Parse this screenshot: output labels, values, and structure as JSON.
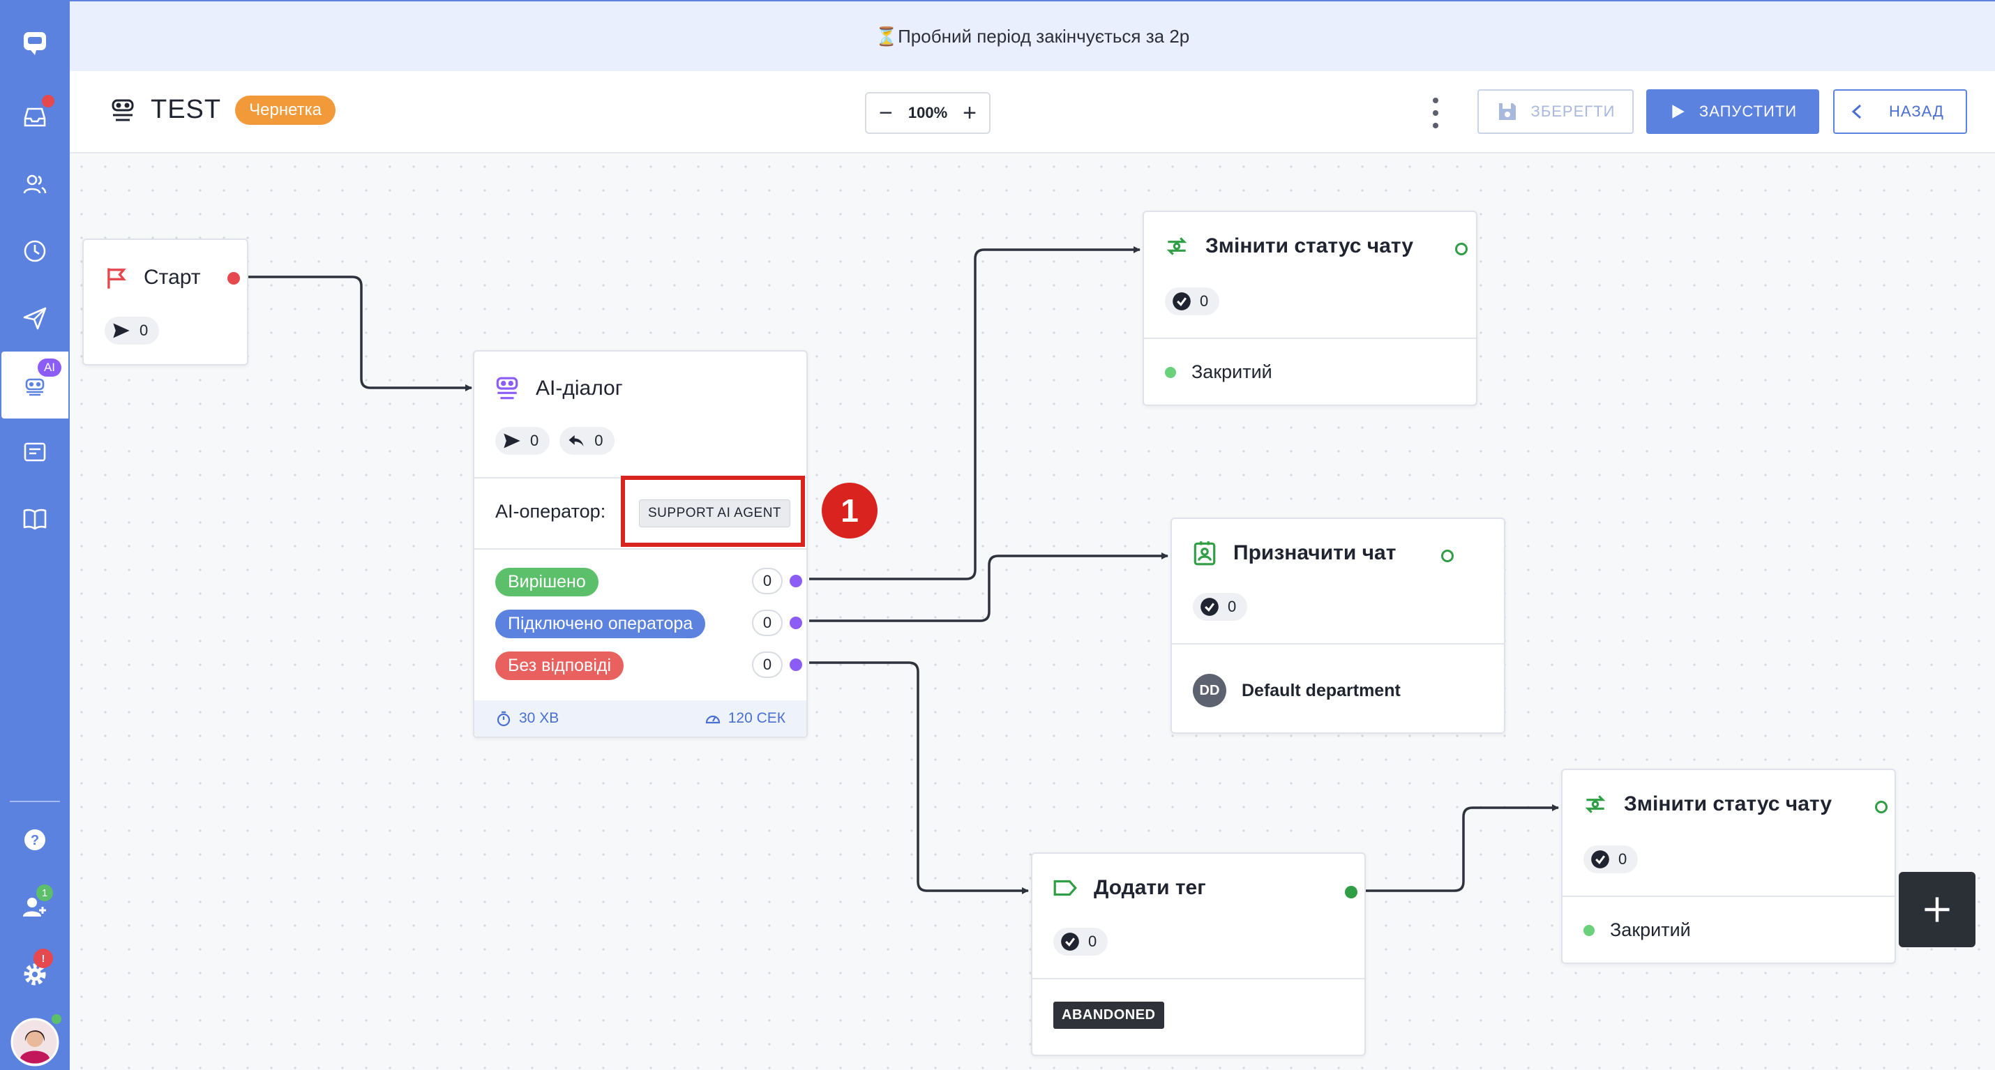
{
  "banner": {
    "icon": "hourglass-icon",
    "text": "⏳Пробний період закінчується за 2р"
  },
  "sidebar": {
    "items": [
      {
        "name": "chat-logo-icon"
      },
      {
        "name": "inbox-icon",
        "badge": ""
      },
      {
        "name": "contacts-icon"
      },
      {
        "name": "history-icon"
      },
      {
        "name": "send-icon"
      },
      {
        "name": "ai-bot-icon",
        "badge": "AI"
      },
      {
        "name": "widget-icon"
      },
      {
        "name": "knowledge-book-icon"
      }
    ],
    "bottom": [
      {
        "name": "help-icon"
      },
      {
        "name": "team-icon",
        "badge": "1"
      },
      {
        "name": "settings-icon",
        "badge": "!"
      },
      {
        "name": "user-avatar"
      }
    ]
  },
  "header": {
    "title": "TEST",
    "status_badge": "Чернетка",
    "zoom": {
      "minus": "−",
      "value": "100%",
      "plus": "+"
    },
    "save_label": "ЗБЕРЕГТИ",
    "run_label": "ЗАПУСТИТИ",
    "back_label": "НАЗАД"
  },
  "nodes": {
    "start": {
      "title": "Старт",
      "sent_count": "0"
    },
    "ai_dialog": {
      "title": "AI-діалог",
      "sent_count": "0",
      "reply_count": "0",
      "operator_label": "AI-оператор:",
      "operator_value": "SUPPORT AI AGENT",
      "outcomes": [
        {
          "label": "Вирішено",
          "count": "0",
          "color": "#5cbf6a"
        },
        {
          "label": "Підключено оператора",
          "count": "0",
          "color": "#5b82df"
        },
        {
          "label": "Без відповіді",
          "count": "0",
          "color": "#e8615e"
        }
      ],
      "timeout": "30 ХВ",
      "delay": "120 СЕК"
    },
    "status_1": {
      "title": "Змінити статус чату",
      "count": "0",
      "status": "Закритий"
    },
    "assign": {
      "title": "Призначити чат",
      "count": "0",
      "dept_initials": "DD",
      "dept_name": "Default department"
    },
    "add_tag": {
      "title": "Додати тег",
      "count": "0",
      "tag": "ABANDONED"
    },
    "status_2": {
      "title": "Змінити статус чату",
      "count": "0",
      "status": "Закритий"
    }
  },
  "annotation": {
    "step": "1"
  },
  "colors": {
    "sidebar": "#5b82df",
    "accent": "#5b82df",
    "draft": "#f29a3a",
    "highlight": "#d9231f"
  }
}
